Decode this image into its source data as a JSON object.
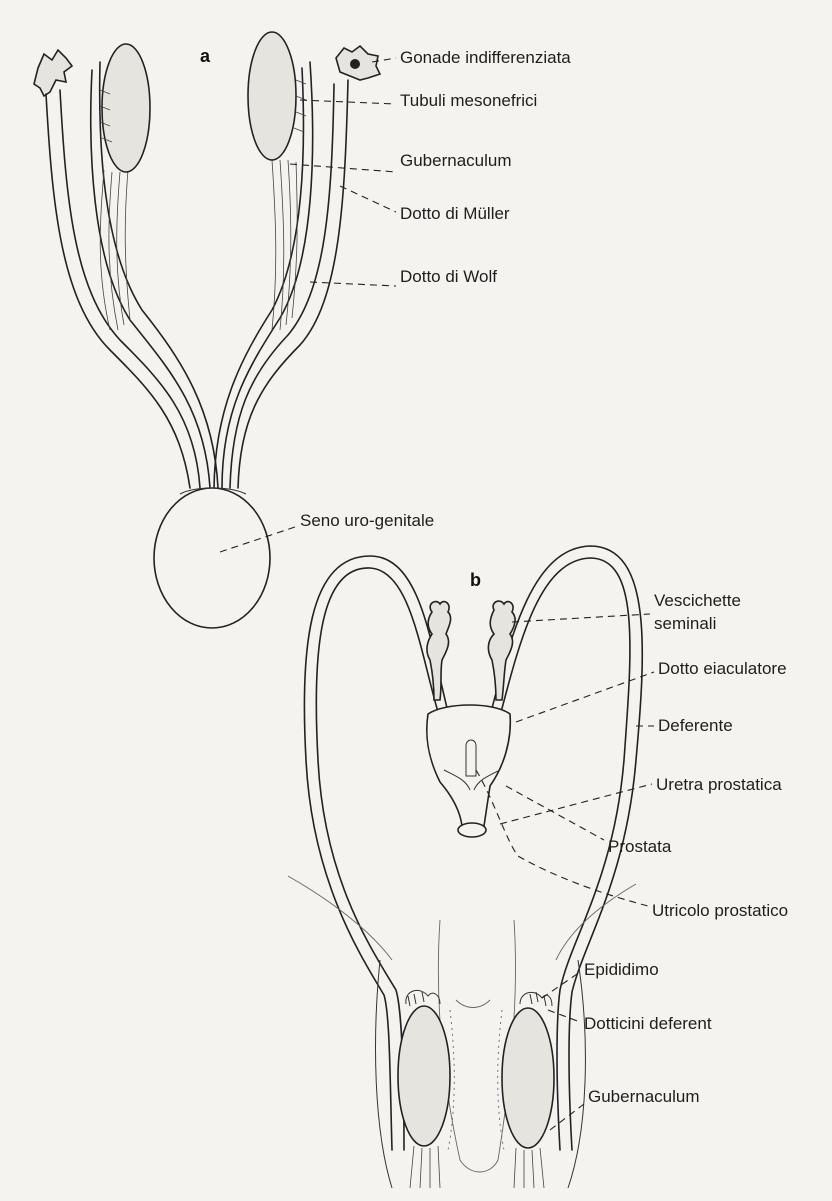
{
  "panels": {
    "a": {
      "letter": "a",
      "labels": {
        "gonade": "Gonade indifferenziata",
        "tubuli": "Tubuli mesonefrici",
        "gubernaculum": "Gubernaculum",
        "muller": "Dotto di Müller",
        "wolf": "Dotto di Wolf",
        "seno": "Seno uro-genitale"
      }
    },
    "b": {
      "letter": "b",
      "labels": {
        "vescichette_line1": "Vescichette",
        "vescichette_line2": "seminali",
        "eiaculatore": "Dotto eiaculatore",
        "deferente": "Deferente",
        "uretra": "Uretra prostatica",
        "prostata": "Prostata",
        "utricolo": "Utricolo prostatico",
        "epididimo": "Epididimo",
        "dotticini": "Dotticini deferent",
        "gubernaculum": "Gubernaculum"
      }
    }
  },
  "colors": {
    "background": "#f4f3ef",
    "ink": "#1e1e1e"
  }
}
